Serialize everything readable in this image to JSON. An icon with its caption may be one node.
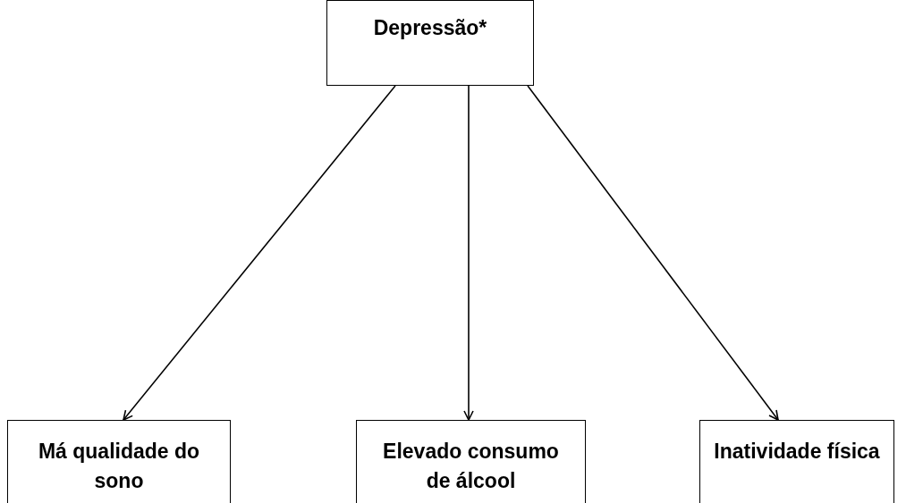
{
  "diagram": {
    "nodes": [
      {
        "text": [
          "Depressão*"
        ]
      },
      {
        "text": [
          "Má qualidade do sono"
        ]
      },
      {
        "text": [
          "Elevado consumo de álcool"
        ]
      },
      {
        "text": [
          "Inatividade física"
        ]
      }
    ],
    "edges": [
      {
        "from": 0,
        "to": 1,
        "arrow": "to"
      },
      {
        "from": 0,
        "to": 2,
        "arrow": "to"
      },
      {
        "from": 0,
        "to": 3,
        "arrow": "to"
      }
    ]
  }
}
